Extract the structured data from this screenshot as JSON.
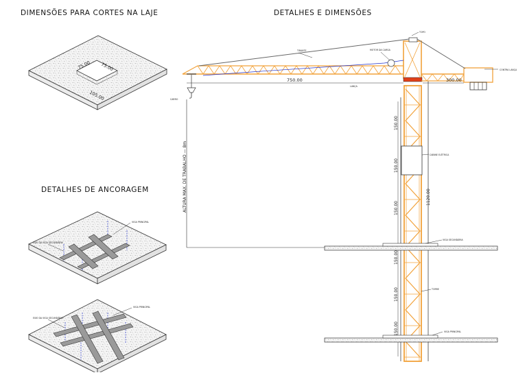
{
  "titles": {
    "cuts": "DIMENSÕES PARA CORTES NA LAJE",
    "details": "DETALHES E DIMENSÕES",
    "anchorage": "DETALHES DE ANCORAGEM"
  },
  "slab_cut": {
    "dim_a": "75.00",
    "dim_b": "75.00",
    "dim_c": "105.00"
  },
  "crane": {
    "jib_length": "750.00",
    "counter_jib_length": "300.00",
    "tower_height": "1120.00",
    "section_dims": [
      "150.00",
      "150.00",
      "150.00",
      "150.00",
      "150.00",
      "150.00"
    ],
    "max_height_label": "ALTURA MAX. DE TRABALHO — 8m",
    "labels": {
      "tirante": "TIRANTE",
      "topo": "TOPO",
      "carro": "CARRO",
      "lanca": "LANÇA",
      "motor": "MOTOR DA CARGA",
      "contra_lanca": "CONTRA LANÇA",
      "cabine": "CABINE ELÉTRICA",
      "viga_sec": "VIGA SECUNDÁRIA",
      "torre": "TORRE",
      "viga_prin": "VIGA PRINCIPAL"
    }
  },
  "anchorage": {
    "label_beam_1": "VIGA PRINCIPAL",
    "label_beam_2": "VIGA PRINCIPAL",
    "label_sec_1": "EIXO DA VIGA SECUNDÁRIA",
    "label_sec_2": "EIXO DA VIGA SECUNDÁRIA"
  },
  "colors": {
    "orange": "#F2A23A",
    "outline": "#333333",
    "concrete_speckle": "#888888",
    "blue_cable": "#2233CC",
    "red_slew": "#E0401A"
  }
}
